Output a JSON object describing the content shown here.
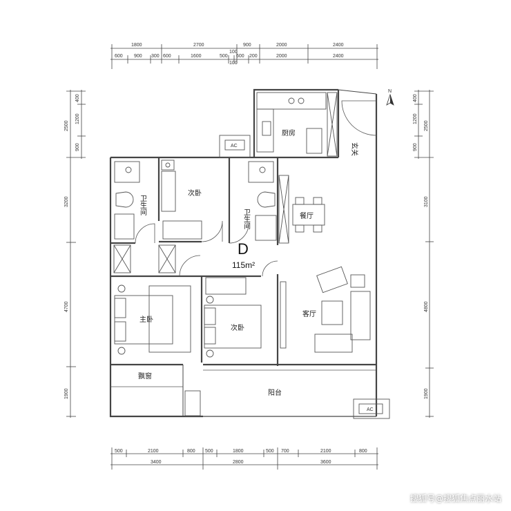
{
  "plan": {
    "unit_label": "D",
    "area": "115m²",
    "compass": "N"
  },
  "rooms": {
    "kitchen": "厨房",
    "entrance": "玄关",
    "bedroom2_top": "次卧",
    "bath_left": "卫生间",
    "bath_right": "卫生间",
    "dining": "餐厅",
    "master": "主卧",
    "bedroom2_bottom": "次卧",
    "living": "客厅",
    "bay_window": "飘窗",
    "balcony": "阳台",
    "ac": "AC"
  },
  "dims": {
    "top_row1": [
      "1800",
      "2700",
      "900",
      "2000",
      "2400"
    ],
    "top_row2": [
      "600",
      "900",
      "300",
      "600",
      "1600",
      "500",
      "100",
      "600",
      "200",
      "2000",
      "2400"
    ],
    "top_row2_extra": "100",
    "bottom_row1": [
      "500",
      "2100",
      "800",
      "500",
      "1800",
      "500",
      "700",
      "2100",
      "800"
    ],
    "bottom_row2": [
      "3400",
      "2800",
      "3600"
    ],
    "left_outer": [
      "2500",
      "3200",
      "4700",
      "1900"
    ],
    "left_inner": [
      "400",
      "1200",
      "900"
    ],
    "right_outer": [
      "2500",
      "3100",
      "4800",
      "1900"
    ],
    "right_inner": [
      "400",
      "1200",
      "900"
    ]
  },
  "watermark": "搜狐号@搜狐焦点丽水站"
}
